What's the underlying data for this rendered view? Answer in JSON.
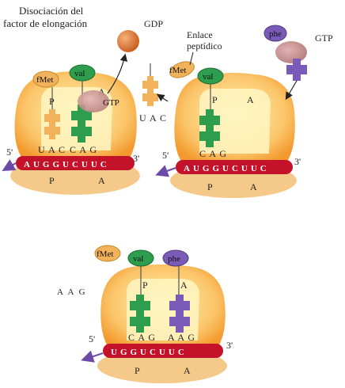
{
  "labels": {
    "dissociation_line1": "Disociación del",
    "dissociation_line2": "factor de elongación",
    "gdp": "GDP",
    "gtp_top_right": "GTP",
    "gtp_left": "GTP",
    "peptide_line1": "Enlace",
    "peptide_line2": "peptídico",
    "aag_free": "A A G"
  },
  "amino_acids": {
    "fmet": "fMet",
    "val": "val",
    "phe": "phe"
  },
  "sites": {
    "p": "P",
    "a": "A"
  },
  "ends": {
    "five": "5'",
    "three": "3'"
  },
  "anticodons": {
    "uac": "U A C",
    "cag": "C A G",
    "aag": "A A G"
  },
  "mrna": {
    "panel1": "AUGGUCUUC",
    "panel2": "AUGGUCUUC",
    "panel3": "UGGUCUUC"
  },
  "colors": {
    "ribosome_outer": "#f7a93a",
    "ribosome_inner": "#fff6c2",
    "ribosome_base": "#f5c98a",
    "mrna": "#c4122a",
    "trna_fmet": "#f2b25c",
    "trna_val": "#2e9e4e",
    "trna_phe": "#7b5bb8",
    "ef_factor": "#c98a8a",
    "gdp_ball": "#e07a2e",
    "arrow": "#6b4aa8"
  }
}
